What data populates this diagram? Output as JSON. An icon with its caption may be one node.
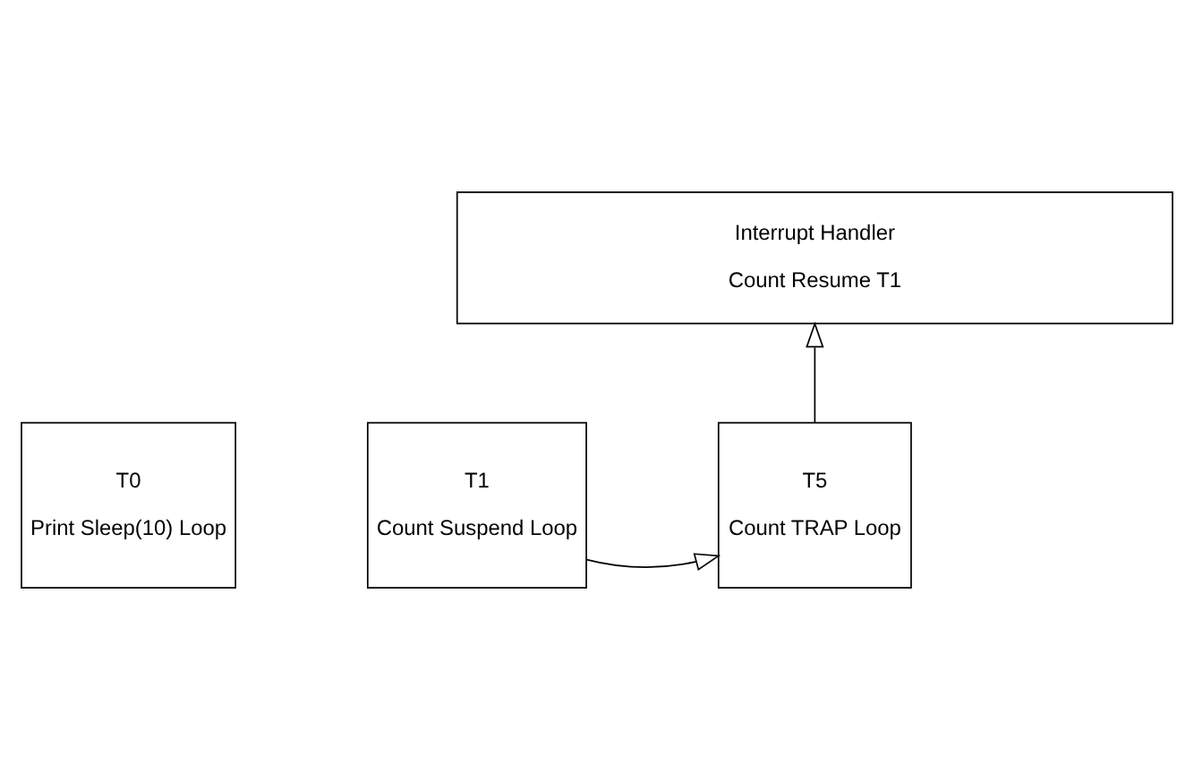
{
  "diagram": {
    "nodes": [
      {
        "text": [
          "Interrupt Handler",
          "Count Resume T1"
        ]
      },
      {
        "text": [
          "T0",
          "Print Sleep(10) Loop"
        ]
      },
      {
        "text": [
          "T1",
          "Count Suspend Loop"
        ]
      },
      {
        "text": [
          "T5",
          "Count TRAP Loop"
        ]
      }
    ],
    "edges": [
      {
        "from": 2,
        "to": 3,
        "arrow": "to"
      },
      {
        "from": 3,
        "to": 0,
        "arrow": "to"
      }
    ]
  }
}
